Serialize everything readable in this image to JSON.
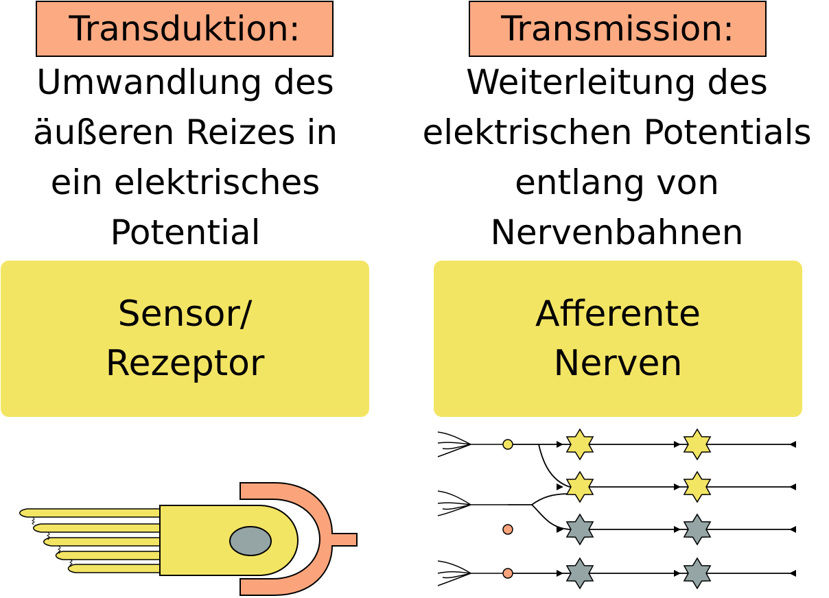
{
  "colors": {
    "label_fill": "#fbaa82",
    "box_fill": "#f3e564",
    "orange": "#fba47c",
    "yellow": "#f3e564",
    "gray": "#95a5a6"
  },
  "left": {
    "label": "Transduktion:",
    "description": [
      "Umwandlung des",
      "äußeren Reizes in",
      "ein elektrisches",
      "Potential"
    ],
    "box": [
      "Sensor/",
      "Rezeptor"
    ]
  },
  "right": {
    "label": "Transmission:",
    "description": [
      "Weiterleitung des",
      "elektrischen Potentials",
      "entlang von",
      "Nervenbahnen"
    ],
    "box": [
      "Afferente",
      "Nerven"
    ]
  },
  "receptor_illustration": {
    "icon": "receptor-cell-illustration"
  },
  "nerve_illustration": {
    "icon": "afferent-nerve-network-illustration",
    "rows": [
      {
        "star_color": "yellow",
        "origin": "dendrite-1",
        "node_color": "yellow"
      },
      {
        "star_color": "yellow",
        "origin": "dendrite-1-branch"
      },
      {
        "star_color": "gray",
        "origin": "dendrite-2-branch",
        "node_color": "orange"
      },
      {
        "star_color": "gray",
        "origin": "dendrite-3",
        "node_color": "orange"
      }
    ]
  }
}
